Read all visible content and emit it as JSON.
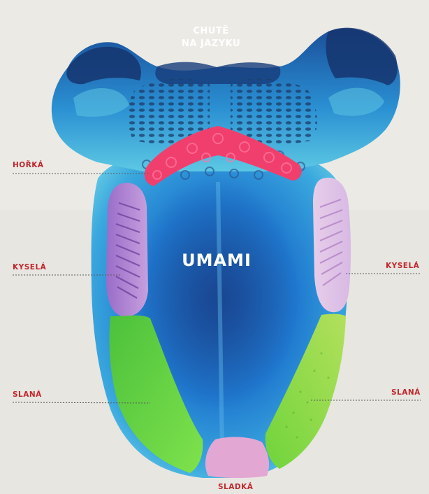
{
  "title": {
    "line1": "CHUTĚ",
    "line2": "NA JAZYKU"
  },
  "center_label": "UMAMI",
  "labels": {
    "bitter": "HOŘKÁ",
    "sour_left": "KYSELÁ",
    "sour_right": "KYSELÁ",
    "salty_left": "SLANÁ",
    "salty_right": "SLANÁ",
    "sweet": "SLADKÁ"
  },
  "colors": {
    "label_text": "#c1272d",
    "tongue_blue": "#1f7fd1",
    "tongue_dark": "#123a7a",
    "bitter_zone": "#f0436f",
    "sour_zone": "#b48ad6",
    "salty_zone": "#5fcf43",
    "sweet_zone": "#e2a6d2"
  }
}
